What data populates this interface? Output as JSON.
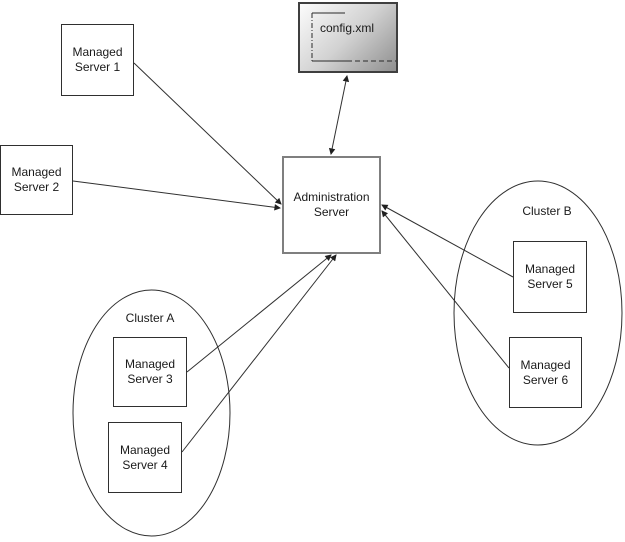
{
  "nodes": {
    "config_xml": {
      "label": "config.xml"
    },
    "admin_server": {
      "label": "Administration\nServer"
    },
    "managed_server_1": {
      "label": "Managed\nServer 1"
    },
    "managed_server_2": {
      "label": "Managed\nServer 2"
    },
    "managed_server_3": {
      "label": "Managed\nServer 3"
    },
    "managed_server_4": {
      "label": "Managed\nServer 4"
    },
    "managed_server_5": {
      "label": "Managed\nServer 5"
    },
    "managed_server_6": {
      "label": "Managed\nServer 6"
    }
  },
  "clusters": {
    "cluster_a": {
      "label": "Cluster A",
      "members": [
        "Managed Server 3",
        "Managed Server 4"
      ]
    },
    "cluster_b": {
      "label": "Cluster B",
      "members": [
        "Managed Server 5",
        "Managed Server 6"
      ]
    }
  },
  "edges": [
    {
      "from": "Managed Server 1",
      "to": "Administration Server",
      "arrow": "one-way"
    },
    {
      "from": "Managed Server 2",
      "to": "Administration Server",
      "arrow": "one-way"
    },
    {
      "from": "Managed Server 3",
      "to": "Administration Server",
      "arrow": "one-way"
    },
    {
      "from": "Managed Server 4",
      "to": "Administration Server",
      "arrow": "one-way"
    },
    {
      "from": "Managed Server 5",
      "to": "Administration Server",
      "arrow": "one-way"
    },
    {
      "from": "Managed Server 6",
      "to": "Administration Server",
      "arrow": "one-way"
    },
    {
      "from": "Administration Server",
      "to": "config.xml",
      "arrow": "two-way"
    }
  ],
  "colors": {
    "background": "#ffffff",
    "node_border": "#2f2f2f",
    "admin_border": "#7f7f7f",
    "config_border": "#3f3f3f",
    "config_gradient_start": "#fcfcfc",
    "config_gradient_end": "#8f8f8f",
    "connector": "#303030",
    "text": "#1a1a1a"
  }
}
